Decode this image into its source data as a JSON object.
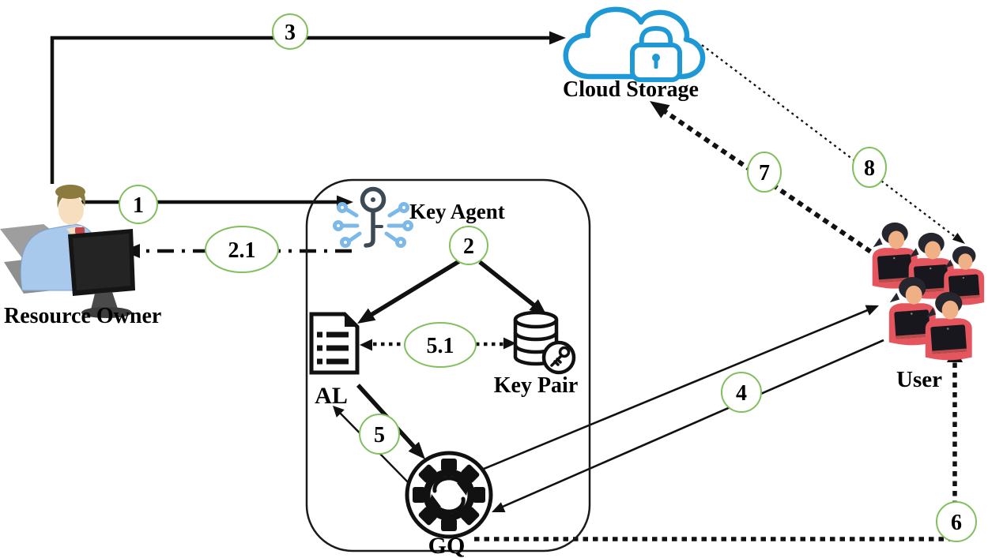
{
  "figure": {
    "type": "architecture-flow-diagram",
    "badge_color": "#82bf5e",
    "line_color": "#111111",
    "nodes": {
      "resource_owner": {
        "label": "Resource Owner",
        "icon": "person-at-computer-icon"
      },
      "cloud_storage": {
        "label": "Cloud Storage",
        "icon": "cloud-lock-icon",
        "color": "#1f98d6"
      },
      "key_agent": {
        "label": "Key Agent",
        "icon": "key-circuit-icon",
        "key_color": "#3b4a54",
        "circuit_color": "#7db9e8"
      },
      "al": {
        "label": "AL",
        "icon": "document-list-icon"
      },
      "key_pair": {
        "label": "Key Pair",
        "icon": "database-key-icon"
      },
      "gq": {
        "label": "GQ",
        "icon": "gear-sync-icon"
      },
      "user": {
        "label": "User",
        "icon": "user-group-icon",
        "shirt_color": "#e4555e"
      }
    },
    "edges": [
      {
        "step": "1",
        "from": "resource_owner",
        "to": "key_agent",
        "line": "solid"
      },
      {
        "step": "2",
        "from": "key_agent",
        "to": "al_and_key_pair",
        "line": "solid"
      },
      {
        "step": "2.1",
        "from": "key_agent",
        "to": "resource_owner",
        "line": "dash-dot"
      },
      {
        "step": "3",
        "from": "resource_owner",
        "to": "cloud_storage",
        "line": "solid"
      },
      {
        "step": "4",
        "from": "gq",
        "to": "user",
        "line": "solid-two-way"
      },
      {
        "step": "5",
        "from": "al",
        "to": "gq",
        "line": "solid-two-way"
      },
      {
        "step": "5.1",
        "from": "al",
        "to": "key_pair",
        "line": "dotted-two-way"
      },
      {
        "step": "6",
        "from": "gq",
        "to": "user",
        "line": "bold-dotted"
      },
      {
        "step": "7",
        "from": "user",
        "to": "cloud_storage",
        "line": "bold-dotted"
      },
      {
        "step": "8",
        "from": "cloud_storage",
        "to": "user",
        "line": "fine-dotted"
      }
    ]
  }
}
